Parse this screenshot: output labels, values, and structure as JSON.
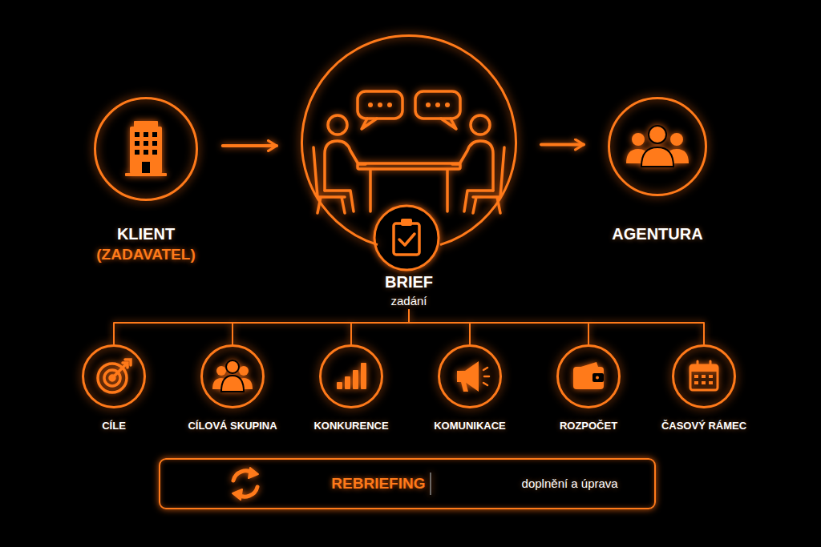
{
  "diagram": {
    "nodes": [
      {
        "text": [
          "KLIENT",
          "(ZADAVATEL)"
        ]
      },
      {
        "text": [
          "BRIEF",
          "zadání"
        ]
      },
      {
        "text": [
          "AGENTURA"
        ]
      },
      {
        "text": [
          "CÍLE"
        ]
      },
      {
        "text": [
          "CÍLOVÁ SKUPINA"
        ]
      },
      {
        "text": [
          "KONKURENCE"
        ]
      },
      {
        "text": [
          "KOMUNIKACE"
        ]
      },
      {
        "text": [
          "ROZPOČET"
        ]
      },
      {
        "text": [
          "ČASOVÝ RÁMEC"
        ]
      },
      {
        "text": [
          "REBRIEFING",
          "doplnění a úprava"
        ]
      }
    ],
    "edges": [
      {
        "from": 0,
        "to": 1,
        "arrow": "to"
      },
      {
        "from": 1,
        "to": 2,
        "arrow": "to"
      },
      {
        "from": 1,
        "to": 3,
        "arrow": "none"
      },
      {
        "from": 1,
        "to": 4,
        "arrow": "none"
      },
      {
        "from": 1,
        "to": 5,
        "arrow": "none"
      },
      {
        "from": 1,
        "to": 6,
        "arrow": "none"
      },
      {
        "from": 1,
        "to": 7,
        "arrow": "none"
      },
      {
        "from": 1,
        "to": 8,
        "arrow": "none"
      }
    ]
  }
}
